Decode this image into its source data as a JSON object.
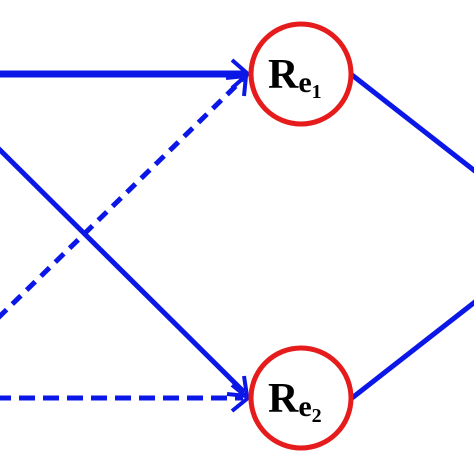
{
  "colors": {
    "edge": "#0b17e6",
    "node_stroke": "#e61b1b",
    "node_fill": "#ffffff",
    "label": "#000000"
  },
  "nodes": [
    {
      "id": "re1",
      "label_main": "R",
      "label_sub": "e",
      "label_subsub": "1"
    },
    {
      "id": "re2",
      "label_main": "R",
      "label_sub": "e",
      "label_subsub": "2"
    }
  ],
  "edges": [
    {
      "id": "top-solid-to-re1",
      "style": "solid",
      "target": "re1"
    },
    {
      "id": "dashed-diagonal-to-re1",
      "style": "dashed",
      "target": "re1"
    },
    {
      "id": "solid-diagonal-to-re2",
      "style": "solid",
      "target": "re2"
    },
    {
      "id": "bottom-dashed-to-re2",
      "style": "dashed",
      "target": "re2"
    },
    {
      "id": "re1-outgoing",
      "style": "solid",
      "source": "re1"
    },
    {
      "id": "re2-outgoing",
      "style": "solid",
      "source": "re2"
    }
  ]
}
